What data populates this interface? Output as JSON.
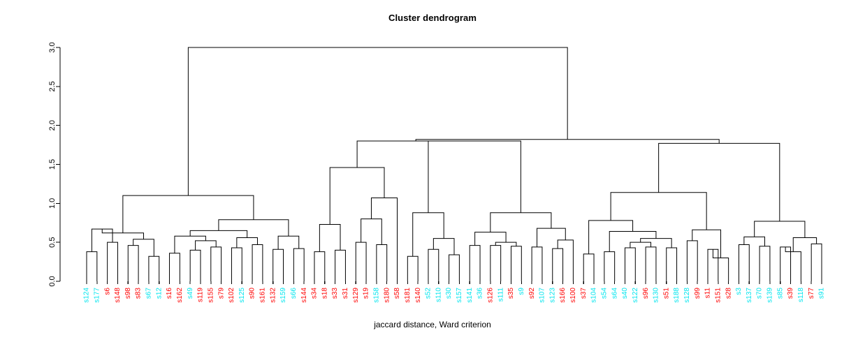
{
  "chart_data": {
    "type": "dendrogram",
    "title": "Cluster dendrogram",
    "xlabel": "jaccard distance, Ward criterion",
    "ylabel": "",
    "ylim": [
      0.0,
      3.0
    ],
    "yticks": [
      "0.0",
      "0.5",
      "1.0",
      "1.5",
      "2.0",
      "2.5",
      "3.0"
    ],
    "ytick_values": [
      0.0,
      0.5,
      1.0,
      1.5,
      2.0,
      2.5,
      3.0
    ],
    "grid": false,
    "legend": "none",
    "label_colors": {
      "cyan": "#00e5ee",
      "red": "#ff0000"
    },
    "leaves": [
      {
        "label": "s124",
        "color": "cyan"
      },
      {
        "label": "s177",
        "color": "cyan"
      },
      {
        "label": "s6",
        "color": "red"
      },
      {
        "label": "s148",
        "color": "red"
      },
      {
        "label": "s98",
        "color": "red"
      },
      {
        "label": "s83",
        "color": "red"
      },
      {
        "label": "s67",
        "color": "cyan"
      },
      {
        "label": "s12",
        "color": "cyan"
      },
      {
        "label": "s16",
        "color": "red"
      },
      {
        "label": "s162",
        "color": "red"
      },
      {
        "label": "s49",
        "color": "cyan"
      },
      {
        "label": "s119",
        "color": "red"
      },
      {
        "label": "s155",
        "color": "red"
      },
      {
        "label": "s79",
        "color": "red"
      },
      {
        "label": "s102",
        "color": "red"
      },
      {
        "label": "s125",
        "color": "cyan"
      },
      {
        "label": "s90",
        "color": "red"
      },
      {
        "label": "s161",
        "color": "red"
      },
      {
        "label": "s132",
        "color": "red"
      },
      {
        "label": "s159",
        "color": "cyan"
      },
      {
        "label": "s66",
        "color": "cyan"
      },
      {
        "label": "s144",
        "color": "red"
      },
      {
        "label": "s34",
        "color": "red"
      },
      {
        "label": "s18",
        "color": "red"
      },
      {
        "label": "s33",
        "color": "red"
      },
      {
        "label": "s31",
        "color": "red"
      },
      {
        "label": "s129",
        "color": "red"
      },
      {
        "label": "s19",
        "color": "red"
      },
      {
        "label": "s158",
        "color": "cyan"
      },
      {
        "label": "s180",
        "color": "red"
      },
      {
        "label": "s58",
        "color": "red"
      },
      {
        "label": "s181",
        "color": "red"
      },
      {
        "label": "s140",
        "color": "red"
      },
      {
        "label": "s52",
        "color": "cyan"
      },
      {
        "label": "s110",
        "color": "cyan"
      },
      {
        "label": "s30",
        "color": "cyan"
      },
      {
        "label": "s157",
        "color": "cyan"
      },
      {
        "label": "s141",
        "color": "cyan"
      },
      {
        "label": "s36",
        "color": "cyan"
      },
      {
        "label": "s126",
        "color": "red"
      },
      {
        "label": "s111",
        "color": "cyan"
      },
      {
        "label": "s35",
        "color": "red"
      },
      {
        "label": "s9",
        "color": "cyan"
      },
      {
        "label": "s92",
        "color": "red"
      },
      {
        "label": "s107",
        "color": "cyan"
      },
      {
        "label": "s123",
        "color": "cyan"
      },
      {
        "label": "s166",
        "color": "red"
      },
      {
        "label": "s100",
        "color": "red"
      },
      {
        "label": "s37",
        "color": "red"
      },
      {
        "label": "s104",
        "color": "cyan"
      },
      {
        "label": "s54",
        "color": "cyan"
      },
      {
        "label": "s64",
        "color": "cyan"
      },
      {
        "label": "s40",
        "color": "cyan"
      },
      {
        "label": "s122",
        "color": "cyan"
      },
      {
        "label": "s96",
        "color": "red"
      },
      {
        "label": "s130",
        "color": "cyan"
      },
      {
        "label": "s51",
        "color": "red"
      },
      {
        "label": "s188",
        "color": "cyan"
      },
      {
        "label": "s128",
        "color": "cyan"
      },
      {
        "label": "s99",
        "color": "red"
      },
      {
        "label": "s11",
        "color": "red"
      },
      {
        "label": "s151",
        "color": "red"
      },
      {
        "label": "s28",
        "color": "red"
      },
      {
        "label": "s3",
        "color": "cyan"
      },
      {
        "label": "s137",
        "color": "cyan"
      },
      {
        "label": "s70",
        "color": "cyan"
      },
      {
        "label": "s139",
        "color": "cyan"
      },
      {
        "label": "s85",
        "color": "cyan"
      },
      {
        "label": "s39",
        "color": "red"
      },
      {
        "label": "s118",
        "color": "cyan"
      },
      {
        "label": "s77",
        "color": "red"
      },
      {
        "label": "s91",
        "color": "cyan"
      }
    ],
    "merges": [
      {
        "id": "m1",
        "left": {
          "leaf": 0
        },
        "right": {
          "leaf": 1
        },
        "height": 0.38
      },
      {
        "id": "m2",
        "left": {
          "leaf": 2
        },
        "right": {
          "leaf": 3
        },
        "height": 0.5
      },
      {
        "id": "m3",
        "left": {
          "node": "m1"
        },
        "right": {
          "node": "m2"
        },
        "height": 0.67
      },
      {
        "id": "m4",
        "left": {
          "leaf": 4
        },
        "right": {
          "leaf": 5
        },
        "height": 0.46
      },
      {
        "id": "m5",
        "left": {
          "leaf": 6
        },
        "right": {
          "leaf": 7
        },
        "height": 0.32
      },
      {
        "id": "m6",
        "left": {
          "node": "m4"
        },
        "right": {
          "node": "m5"
        },
        "height": 0.54
      },
      {
        "id": "m7",
        "left": {
          "node": "m3"
        },
        "right": {
          "node": "m6"
        },
        "height": 0.62
      },
      {
        "id": "m8",
        "left": {
          "leaf": 8
        },
        "right": {
          "leaf": 9
        },
        "height": 0.36
      },
      {
        "id": "m9",
        "left": {
          "leaf": 10
        },
        "right": {
          "leaf": 11
        },
        "height": 0.4
      },
      {
        "id": "m10",
        "left": {
          "leaf": 12
        },
        "right": {
          "leaf": 13
        },
        "height": 0.44
      },
      {
        "id": "m11",
        "left": {
          "node": "m9"
        },
        "right": {
          "node": "m10"
        },
        "height": 0.52
      },
      {
        "id": "m12",
        "left": {
          "node": "m8"
        },
        "right": {
          "node": "m11"
        },
        "height": 0.58
      },
      {
        "id": "m13",
        "left": {
          "leaf": 14
        },
        "right": {
          "leaf": 15
        },
        "height": 0.43
      },
      {
        "id": "m14",
        "left": {
          "leaf": 16
        },
        "right": {
          "leaf": 17
        },
        "height": 0.47
      },
      {
        "id": "m15",
        "left": {
          "node": "m13"
        },
        "right": {
          "node": "m14"
        },
        "height": 0.56
      },
      {
        "id": "m16",
        "left": {
          "node": "m12"
        },
        "right": {
          "node": "m15"
        },
        "height": 0.65
      },
      {
        "id": "m17",
        "left": {
          "leaf": 18
        },
        "right": {
          "leaf": 19
        },
        "height": 0.41
      },
      {
        "id": "m18",
        "left": {
          "leaf": 20
        },
        "right": {
          "leaf": 21
        },
        "height": 0.42
      },
      {
        "id": "m19",
        "left": {
          "node": "m17"
        },
        "right": {
          "node": "m18"
        },
        "height": 0.58
      },
      {
        "id": "m20",
        "left": {
          "node": "m16"
        },
        "right": {
          "node": "m19"
        },
        "height": 0.79
      },
      {
        "id": "m21",
        "left": {
          "node": "m7"
        },
        "right": {
          "node": "m20"
        },
        "height": 1.1
      },
      {
        "id": "m22",
        "left": {
          "leaf": 22
        },
        "right": {
          "leaf": 23
        },
        "height": 0.38
      },
      {
        "id": "m23",
        "left": {
          "leaf": 24
        },
        "right": {
          "leaf": 25
        },
        "height": 0.4
      },
      {
        "id": "m24",
        "left": {
          "node": "m22"
        },
        "right": {
          "node": "m23"
        },
        "height": 0.73
      },
      {
        "id": "m25",
        "left": {
          "leaf": 26
        },
        "right": {
          "leaf": 27
        },
        "height": 0.5
      },
      {
        "id": "m26",
        "left": {
          "leaf": 28
        },
        "right": {
          "leaf": 29
        },
        "height": 0.47
      },
      {
        "id": "m27",
        "left": {
          "node": "m25"
        },
        "right": {
          "node": "m26"
        },
        "height": 0.8
      },
      {
        "id": "m28",
        "left": {
          "node": "m27"
        },
        "right": {
          "leaf": 30
        },
        "height": 1.07
      },
      {
        "id": "m29",
        "left": {
          "node": "m24"
        },
        "right": {
          "node": "m28"
        },
        "height": 1.46
      },
      {
        "id": "m30",
        "left": {
          "leaf": 31
        },
        "right": {
          "leaf": 32
        },
        "height": 0.32
      },
      {
        "id": "m31",
        "left": {
          "leaf": 33
        },
        "right": {
          "leaf": 34
        },
        "height": 0.41
      },
      {
        "id": "m32",
        "left": {
          "leaf": 35
        },
        "right": {
          "leaf": 36
        },
        "height": 0.34
      },
      {
        "id": "m33",
        "left": {
          "node": "m31"
        },
        "right": {
          "node": "m32"
        },
        "height": 0.55
      },
      {
        "id": "m34",
        "left": {
          "node": "m30"
        },
        "right": {
          "node": "m33"
        },
        "height": 0.88
      },
      {
        "id": "m35",
        "left": {
          "leaf": 37
        },
        "right": {
          "leaf": 38
        },
        "height": 0.46
      },
      {
        "id": "m36",
        "left": {
          "leaf": 39
        },
        "right": {
          "leaf": 40
        },
        "height": 0.46
      },
      {
        "id": "m37",
        "left": {
          "leaf": 41
        },
        "right": {
          "leaf": 42
        },
        "height": 0.45
      },
      {
        "id": "m38",
        "left": {
          "node": "m36"
        },
        "right": {
          "node": "m37"
        },
        "height": 0.5
      },
      {
        "id": "m39",
        "left": {
          "node": "m35"
        },
        "right": {
          "node": "m38"
        },
        "height": 0.63
      },
      {
        "id": "m40",
        "left": {
          "leaf": 43
        },
        "right": {
          "leaf": 44
        },
        "height": 0.44
      },
      {
        "id": "m41",
        "left": {
          "leaf": 45
        },
        "right": {
          "leaf": 46
        },
        "height": 0.42
      },
      {
        "id": "m42",
        "left": {
          "node": "m41"
        },
        "right": {
          "leaf": 47
        },
        "height": 0.53
      },
      {
        "id": "m43",
        "left": {
          "node": "m40"
        },
        "right": {
          "node": "m42"
        },
        "height": 0.68
      },
      {
        "id": "m44",
        "left": {
          "node": "m39"
        },
        "right": {
          "node": "m43"
        },
        "height": 0.88
      },
      {
        "id": "m45",
        "left": {
          "node": "m34"
        },
        "right": {
          "node": "m44"
        },
        "height": 1.8
      },
      {
        "id": "m46",
        "left": {
          "node": "m29"
        },
        "right": {
          "node": "m45"
        },
        "height": 1.8
      },
      {
        "id": "m47",
        "left": {
          "leaf": 48
        },
        "right": {
          "leaf": 49
        },
        "height": 0.35
      },
      {
        "id": "m48",
        "left": {
          "leaf": 50
        },
        "right": {
          "leaf": 51
        },
        "height": 0.38
      },
      {
        "id": "m49",
        "left": {
          "leaf": 52
        },
        "right": {
          "leaf": 53
        },
        "height": 0.43
      },
      {
        "id": "m50",
        "left": {
          "leaf": 54
        },
        "right": {
          "leaf": 55
        },
        "height": 0.44
      },
      {
        "id": "m51",
        "left": {
          "node": "m49"
        },
        "right": {
          "node": "m50"
        },
        "height": 0.5
      },
      {
        "id": "m52",
        "left": {
          "leaf": 56
        },
        "right": {
          "leaf": 57
        },
        "height": 0.43
      },
      {
        "id": "m53",
        "left": {
          "node": "m51"
        },
        "right": {
          "node": "m52"
        },
        "height": 0.55
      },
      {
        "id": "m54",
        "left": {
          "node": "m48"
        },
        "right": {
          "node": "m53"
        },
        "height": 0.64
      },
      {
        "id": "m55",
        "left": {
          "node": "m47"
        },
        "right": {
          "node": "m54"
        },
        "height": 0.78
      },
      {
        "id": "m56",
        "left": {
          "leaf": 58
        },
        "right": {
          "leaf": 59
        },
        "height": 0.52
      },
      {
        "id": "m57",
        "left": {
          "leaf": 60
        },
        "right": {
          "leaf": 61
        },
        "height": 0.41
      },
      {
        "id": "m58",
        "left": {
          "node": "m57"
        },
        "right": {
          "leaf": 62
        },
        "height": 0.3
      },
      {
        "id": "m59",
        "left": {
          "node": "m56"
        },
        "right": {
          "node": "m58"
        },
        "height": 0.66
      },
      {
        "id": "m60",
        "left": {
          "node": "m55"
        },
        "right": {
          "node": "m59"
        },
        "height": 1.14
      },
      {
        "id": "m61",
        "left": {
          "leaf": 63
        },
        "right": {
          "leaf": 64
        },
        "height": 0.47
      },
      {
        "id": "m62",
        "left": {
          "leaf": 65
        },
        "right": {
          "leaf": 66
        },
        "height": 0.45
      },
      {
        "id": "m63",
        "left": {
          "node": "m61"
        },
        "right": {
          "node": "m62"
        },
        "height": 0.57
      },
      {
        "id": "m64",
        "left": {
          "leaf": 67
        },
        "right": {
          "leaf": 68
        },
        "height": 0.44
      },
      {
        "id": "m65",
        "left": {
          "node": "m64"
        },
        "right": {
          "leaf": 69
        },
        "height": 0.38
      },
      {
        "id": "m66",
        "left": {
          "leaf": 70
        },
        "right": {
          "leaf": 71
        },
        "height": 0.48
      },
      {
        "id": "m67",
        "left": {
          "node": "m65"
        },
        "right": {
          "node": "m66"
        },
        "height": 0.56
      },
      {
        "id": "m68",
        "left": {
          "node": "m63"
        },
        "right": {
          "node": "m67"
        },
        "height": 0.77
      },
      {
        "id": "m69",
        "left": {
          "node": "m60"
        },
        "right": {
          "node": "m68"
        },
        "height": 1.77
      },
      {
        "id": "m70",
        "left": {
          "node": "m46"
        },
        "right": {
          "node": "m69"
        },
        "height": 1.82
      },
      {
        "id": "m71",
        "left": {
          "node": "m21"
        },
        "right": {
          "node": "m70"
        },
        "height": 3.0
      }
    ]
  }
}
